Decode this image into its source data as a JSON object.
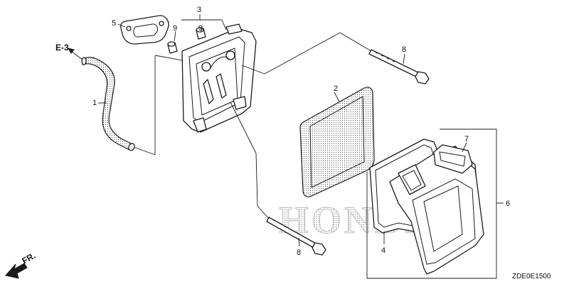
{
  "diagram": {
    "watermark": "HONDA",
    "drawing_code": "ZDE0E1500",
    "direction_label": "FR.",
    "reference_label": "E-3"
  },
  "callouts": [
    {
      "id": "hose",
      "label": "1"
    },
    {
      "id": "element",
      "label": "2"
    },
    {
      "id": "case",
      "label": "3"
    },
    {
      "id": "gasket-cover",
      "label": "4"
    },
    {
      "id": "packing",
      "label": "5"
    },
    {
      "id": "cover-assembly",
      "label": "6"
    },
    {
      "id": "cover-inner",
      "label": "7"
    },
    {
      "id": "bolt-upper",
      "label": "8"
    },
    {
      "id": "bolt-lower",
      "label": "8"
    },
    {
      "id": "collar-left",
      "label": "9"
    },
    {
      "id": "collar-right",
      "label": "9"
    }
  ]
}
